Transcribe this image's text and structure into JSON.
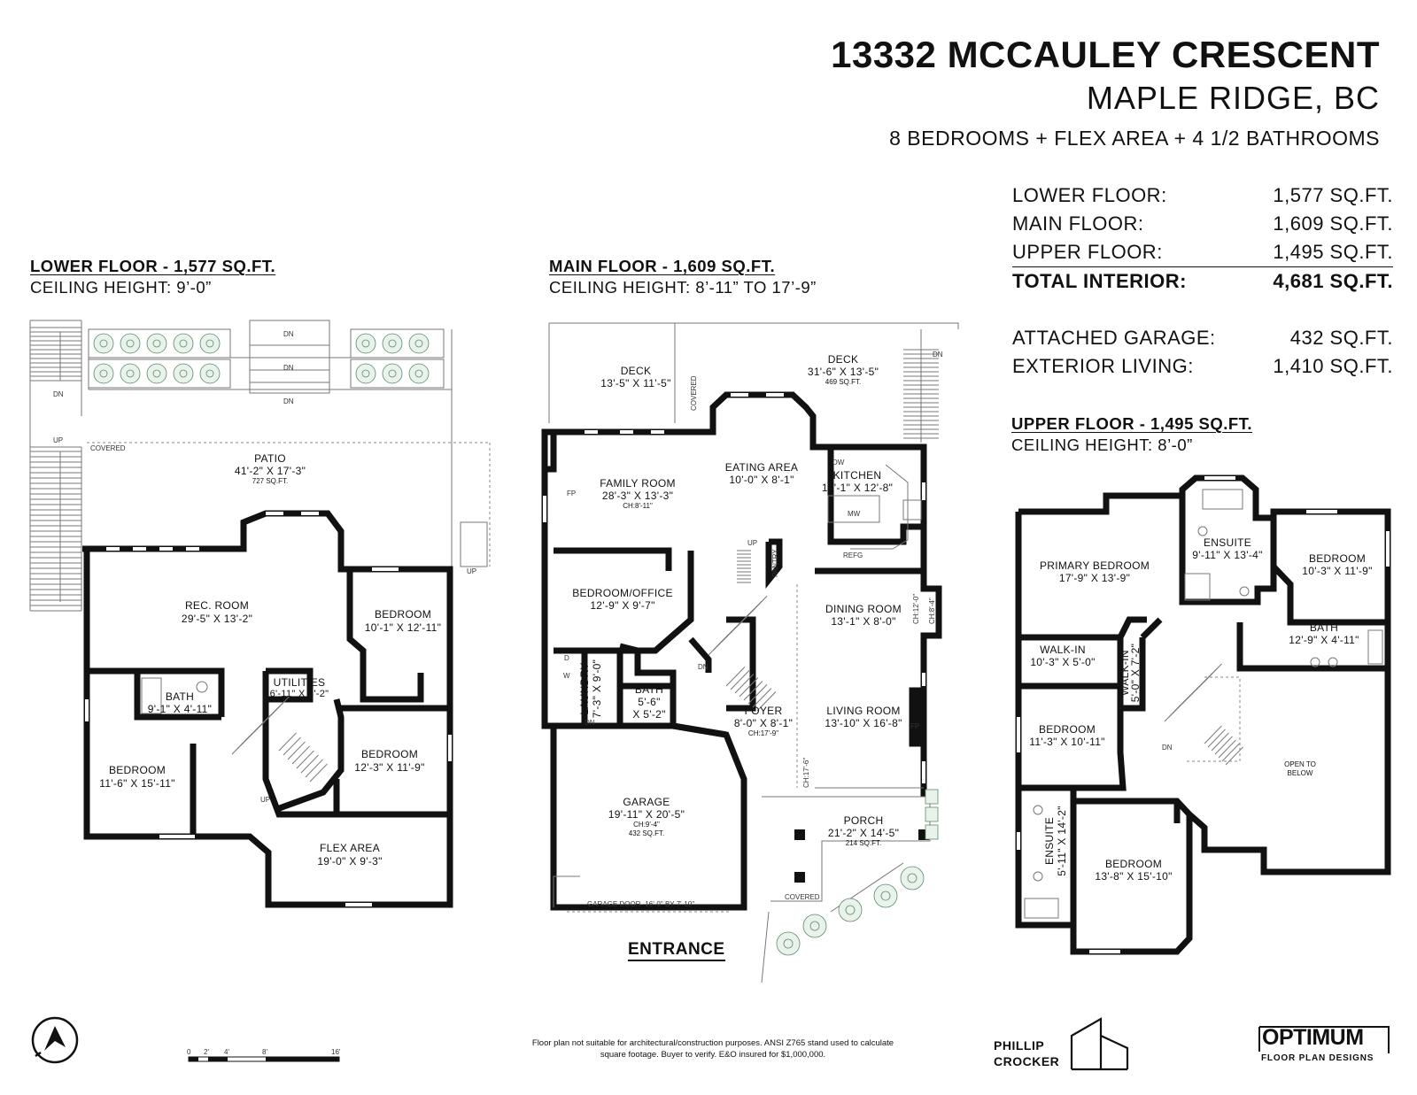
{
  "header": {
    "address": "13332 MCCAULEY CRESCENT",
    "city": "MAPLE RIDGE, BC",
    "summary": "8 BEDROOMS + FLEX AREA + 4 1/2 BATHROOMS"
  },
  "stats": [
    {
      "label": "LOWER FLOOR:",
      "value": "1,577 SQ.FT."
    },
    {
      "label": "MAIN FLOOR:",
      "value": "1,609 SQ.FT."
    },
    {
      "label": "UPPER FLOOR:",
      "value": "1,495 SQ.FT."
    },
    {
      "label": "TOTAL INTERIOR:",
      "value": "4,681 SQ.FT."
    }
  ],
  "stats_extra": [
    {
      "label": "ATTACHED GARAGE:",
      "value": "432 SQ.FT."
    },
    {
      "label": "EXTERIOR LIVING:",
      "value": "1,410 SQ.FT."
    }
  ],
  "floors": {
    "lower": {
      "title": "LOWER FLOOR - 1,577 SQ.FT.",
      "ceiling": "CEILING HEIGHT: 9’-0”",
      "rooms": [
        {
          "name": "PATIO",
          "dim": "41'-2\" X 17'-3\"",
          "area": "727 SQ.FT."
        },
        {
          "name": "REC. ROOM",
          "dim": "29'-5\" X 13'-2\""
        },
        {
          "name": "BEDROOM",
          "dim": "10'-1\" X 12'-11\""
        },
        {
          "name": "UTILITIES",
          "dim": "6'-11\" X 3'-2\""
        },
        {
          "name": "BATH",
          "dim": "9'-1\" X 4'-11\""
        },
        {
          "name": "BEDROOM",
          "dim": "11'-6\" X 15'-11\""
        },
        {
          "name": "BEDROOM",
          "dim": "12'-3\" X 11'-9\""
        },
        {
          "name": "FLEX AREA",
          "dim": "19'-0\" X 9'-3\""
        }
      ],
      "labels": {
        "covered": "COVERED",
        "up": "UP",
        "dn": "DN"
      }
    },
    "main": {
      "title": "MAIN FLOOR - 1,609 SQ.FT.",
      "ceiling": "CEILING HEIGHT: 8’-11” TO 17’-9”",
      "rooms": [
        {
          "name": "DECK",
          "dim": "13'-5\" X 11'-5\""
        },
        {
          "name": "DECK",
          "dim": "31'-6\" X 13'-5\"",
          "area": "469 SQ.FT."
        },
        {
          "name": "FAMILY ROOM",
          "dim": "28'-3\" X 13'-3\"",
          "ch": "CH:8'-11\""
        },
        {
          "name": "EATING AREA",
          "dim": "10'-0\" X 8'-1\""
        },
        {
          "name": "KITCHEN",
          "dim": "13'-1\" X 12'-8\""
        },
        {
          "name": "BEDROOM/OFFICE",
          "dim": "12'-9\" X 9'-7\""
        },
        {
          "name": "DINING ROOM",
          "dim": "13'-1\" X 8'-0\""
        },
        {
          "name": "BATH",
          "dim": "5'-6\"",
          "dim2": "X 5'-2\""
        },
        {
          "name": "LAUNDRY",
          "dim": "7'-3\" X 9'-0\""
        },
        {
          "name": "FOYER",
          "dim": "8'-0\" X 8'-1\"",
          "ch": "CH:17'-9\""
        },
        {
          "name": "LIVING ROOM",
          "dim": "13'-10\" X 16'-8\""
        },
        {
          "name": "GARAGE",
          "dim": "19'-11\" X 20'-5\"",
          "ch": "CH:9'-4\"",
          "area": "432 SQ.FT."
        },
        {
          "name": "PORCH",
          "dim": "21'-2\" X 14'-5\"",
          "area": "214 SQ.FT."
        }
      ],
      "labels": {
        "covered": "COVERED",
        "dw": "DW",
        "mw": "MW",
        "refg": "REFG",
        "fp": "FP",
        "pantry": "PANTRY",
        "d": "D",
        "w": "W",
        "up": "UP",
        "dn": "DN",
        "ch12": "CH:12'-0\"",
        "ch84": "CH:8'-4\"",
        "ch176": "CH:17'-6\"",
        "garage_door": "GARAGE DOOR- 16'-0\" BY 7'-10\""
      },
      "entrance": "ENTRANCE"
    },
    "upper": {
      "title": "UPPER FLOOR - 1,495 SQ.FT.",
      "ceiling": "CEILING HEIGHT: 8’-0”",
      "rooms": [
        {
          "name": "PRIMARY BEDROOM",
          "dim": "17'-9\" X 13'-9\""
        },
        {
          "name": "ENSUITE",
          "dim": "9'-11\" X 13'-4\""
        },
        {
          "name": "BEDROOM",
          "dim": "10'-3\" X 11'-9\""
        },
        {
          "name": "WALK-IN",
          "dim": "10'-3\" X 5'-0\""
        },
        {
          "name": "WALK-IN",
          "dim": "5'-0\" X 7'-2\""
        },
        {
          "name": "BATH",
          "dim": "12'-9\" X 4'-11\""
        },
        {
          "name": "BEDROOM",
          "dim": "11'-3\" X 10'-11\""
        },
        {
          "name": "ENSUITE",
          "dim": "5'-11\" X 14'-2\""
        },
        {
          "name": "BEDROOM",
          "dim": "13'-8\" X 15'-10\""
        }
      ],
      "labels": {
        "open_to_below_1": "OPEN TO",
        "open_to_below_2": "BELOW",
        "dn": "DN"
      }
    }
  },
  "scale": {
    "ticks": [
      "0",
      "2'",
      "4'",
      "8'",
      "16'"
    ]
  },
  "disclaimer": "Floor plan not suitable for architectural/construction purposes. ANSI Z765 stand used to calculate square footage. Buyer to verify. E&O insured for $1,000,000.",
  "branding": {
    "left_line1": "PHILLIP",
    "left_line2": "CROCKER",
    "right_main": "OPTIMUM",
    "right_sub": "FLOOR PLAN DESIGNS"
  },
  "icons": [
    "north-arrow-icon",
    "phillip-crocker-logo",
    "optimum-logo"
  ]
}
